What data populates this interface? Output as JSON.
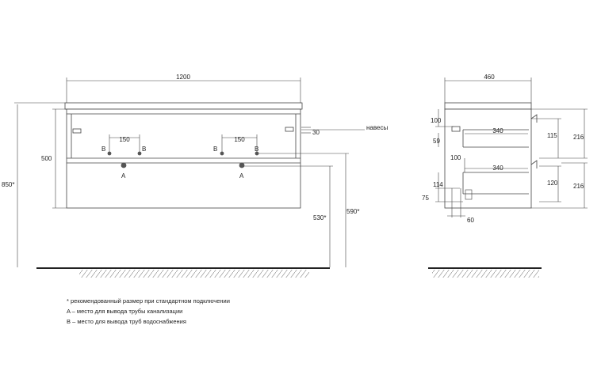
{
  "front": {
    "width": "1200",
    "height_total": "850*",
    "body_height": "500",
    "hinge_gap": "30",
    "pipe_spacing_left": "150",
    "pipe_spacing_right": "150",
    "label_b": "B",
    "label_a": "A",
    "drain_height": "530*",
    "supply_height": "590*",
    "hinge_label": "навесы"
  },
  "side": {
    "depth": "460",
    "top_gap": "100",
    "drawer_depth_top": "340",
    "small_59": "59",
    "mid_gap": "100",
    "drawer_depth_bottom": "340",
    "h_114": "114",
    "h_75": "75",
    "w_60": "60",
    "inner_115": "115",
    "inner_120": "120",
    "drawer_216_top": "216",
    "drawer_216_bottom": "216"
  },
  "notes": [
    "* рекомендованный размер при стандартном подключении",
    "A – место для вывода трубы канализации",
    "B – место для вывода труб водоснабжения"
  ],
  "colors": {
    "line": "#444444",
    "dot": "#555555",
    "text": "#222222"
  }
}
